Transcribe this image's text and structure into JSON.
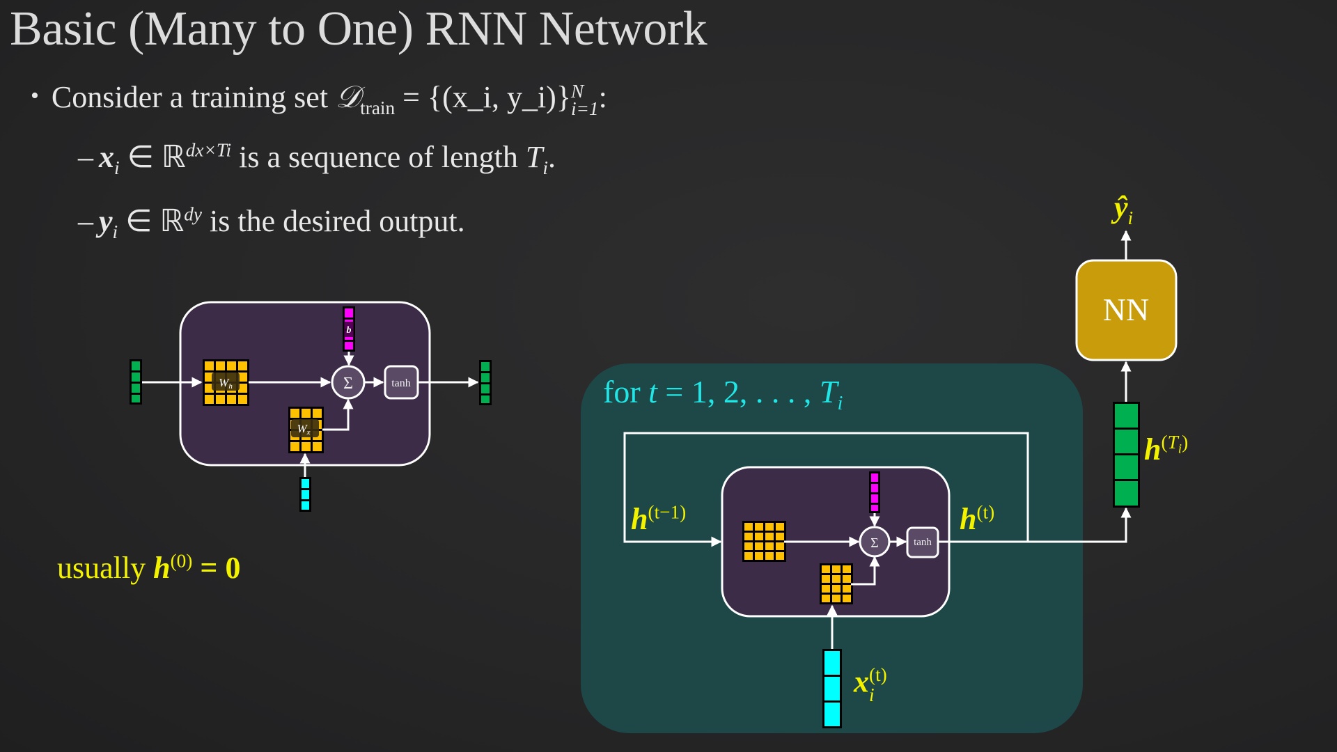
{
  "slide": {
    "title": "Basic (Many to One) RNN Network",
    "bullets": [
      {
        "marker": "•",
        "text": "Consider a training set",
        "math": {
          "symbol": "𝒟",
          "sub": "train",
          "rhs": "= {(x_i, y_i)}",
          "set_sub": "i=1",
          "set_sup": "N",
          "tail": ":"
        }
      }
    ],
    "sub_bullets": [
      {
        "marker": "–",
        "var": "x",
        "var_sub": "i",
        "rel": "∈ ℝ",
        "sup": "dx×Ti",
        "text": "is a sequence of length",
        "tail_var": "T",
        "tail_sub": "i",
        "end": "."
      },
      {
        "marker": "–",
        "var": "y",
        "var_sub": "i",
        "rel": "∈ ℝ",
        "sup": "dy",
        "text": "is the desired output."
      }
    ],
    "note": {
      "text": "usually",
      "var": "h",
      "sup": "(0)",
      "rhs": "= 0"
    }
  },
  "left_cell": {
    "weight_h_label": "W",
    "weight_h_sub": "h",
    "weight_x_label": "W",
    "weight_x_sub": "x",
    "bias_label": "b",
    "sum_label": "Σ",
    "activation_label": "tanh"
  },
  "loop": {
    "label_prefix": "for",
    "label_var": "t",
    "label_range": "= 1, 2, . . . ,",
    "label_end": "T",
    "label_end_sub": "i",
    "h_prev": "h",
    "h_prev_sup": "(t−1)",
    "h_curr": "h",
    "h_curr_sup": "(t)",
    "x_input": "x",
    "x_input_sub": "i",
    "x_input_sup": "(t)",
    "sum_label": "Σ",
    "activation_label": "tanh"
  },
  "output": {
    "nn_label": "NN",
    "h_final": "h",
    "h_final_sup_var": "T",
    "h_final_sup_sub": "i",
    "y_hat": "ŷ",
    "y_hat_sub": "i"
  },
  "colors": {
    "hidden_vector": "#00b050",
    "input_vector": "#00ffff",
    "bias_vector": "#ff00ff",
    "weight_matrix": "#ffc000",
    "cell_bg": "#3c2c48",
    "loop_bg": "#1e4a4a",
    "nn_box": "#c99c0c",
    "label_yellow": "#f3f300",
    "label_cyan": "#22e6e6"
  }
}
